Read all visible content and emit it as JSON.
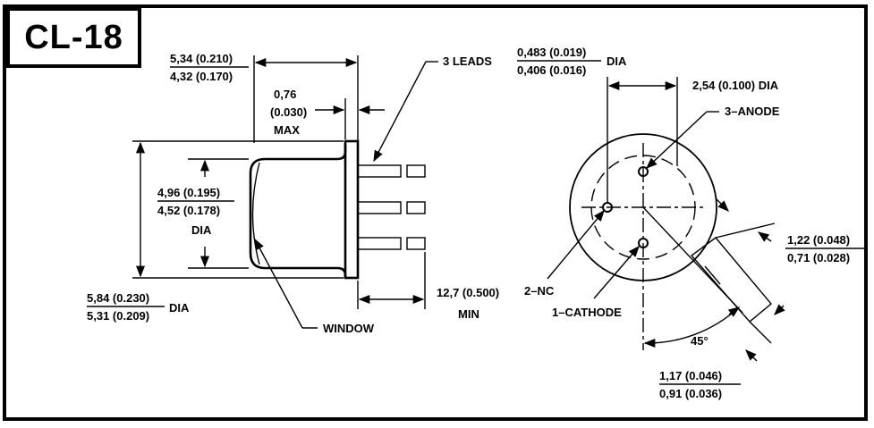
{
  "title": "CL-18",
  "side_view": {
    "body_length_max": "5,34 (0.210)",
    "body_length_min": "4,32 (0.170)",
    "flange_thickness": "0,76",
    "flange_thickness_in": "(0.030)",
    "flange_thickness_note": "MAX",
    "window_dia_max": "4,96 (0.195)",
    "window_dia_min": "4,52 (0.178)",
    "window_dia_note": "DIA",
    "flange_dia_max": "5,84 (0.230)",
    "flange_dia_min": "5,31 (0.209)",
    "flange_dia_note": "DIA",
    "window_label": "WINDOW",
    "leads_label": "3 LEADS",
    "lead_dia_max": "0,483 (0.019)",
    "lead_dia_min": "0,406 (0.016)",
    "lead_dia_note": "DIA",
    "lead_length": "12,7 (0.500)",
    "lead_length_note": "MIN"
  },
  "bottom_view": {
    "pin_spacing": "2,54 (0.100) DIA",
    "pin3_label": "3–ANODE",
    "pin2_label": "2–NC",
    "pin1_label": "1–CATHODE",
    "angle_label": "45°",
    "tab_width_max": "1,22 (0.048)",
    "tab_width_min": "0,71 (0.028)",
    "tab_length_max": "1,17 (0.046)",
    "tab_length_min": "0,91 (0.036)"
  }
}
